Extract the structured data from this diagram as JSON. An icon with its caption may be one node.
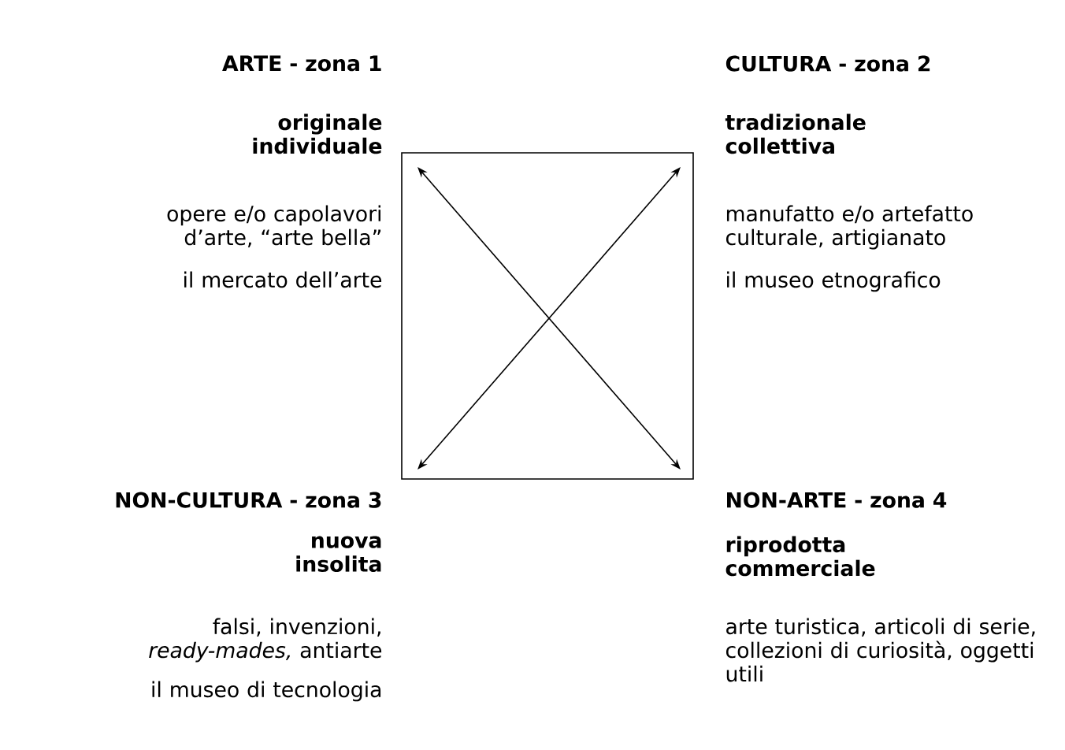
{
  "diagram": {
    "nodes": [
      {
        "text": [
          "ARTE - zona 1",
          "originale individuale",
          "opere e/o capolavori d’arte, “arte bella”",
          "il mercato dell’arte"
        ]
      },
      {
        "text": [
          "CULTURA - zona 2",
          "tradizionale collettiva",
          "manufatto e/o artefatto culturale, artigianato",
          "il museo etnografico"
        ]
      },
      {
        "text": [
          "NON-CULTURA - zona 3",
          "nuova insolita",
          "falsi, invenzioni, *ready-mades,* antiarte",
          "il museo di tecnologia"
        ]
      },
      {
        "text": [
          "NON-ARTE - zona 4",
          "riprodotta commerciale",
          "arte turistica, articoli di serie, collezioni di curiosità, oggetti utili"
        ]
      }
    ],
    "edges": [
      {
        "from": 0,
        "to": 3,
        "arrow": "both"
      },
      {
        "from": 1,
        "to": 2,
        "arrow": "both"
      }
    ]
  }
}
